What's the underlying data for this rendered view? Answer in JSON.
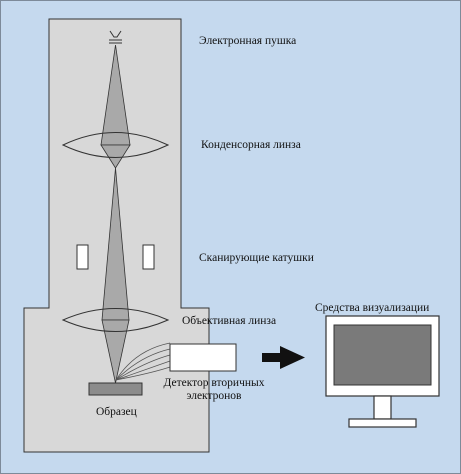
{
  "labels": {
    "electron_gun": "Электронная пушка",
    "condenser_lens": "Конденсорная линза",
    "scan_coils": "Сканирующие катушки",
    "objective_lens": "Объективная линза",
    "visualization": "Средства визуализации",
    "detector_line1": "Детектор вторичных",
    "detector_line2": "электронов",
    "sample": "Образец"
  },
  "colors": {
    "background": "#c5d9ee",
    "column": "#d8d8d8",
    "beam": "#a9a9a9",
    "screen": "#7a7a7a",
    "sample": "#8c8c8c",
    "arrow": "#111111"
  }
}
